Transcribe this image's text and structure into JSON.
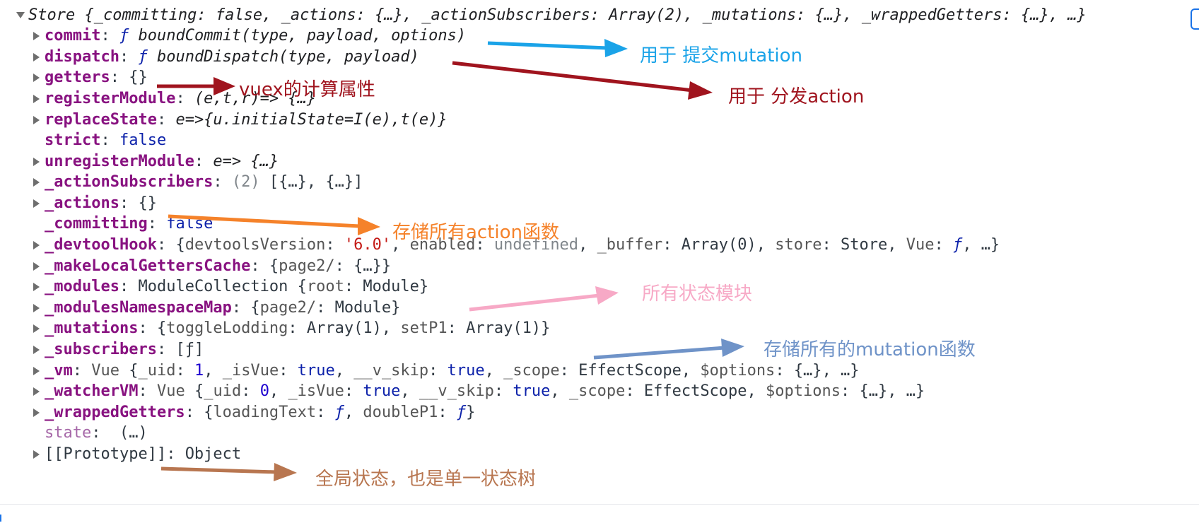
{
  "console": {
    "header": {
      "text": "Store {_committing: false, _actions: {…}, _actionSubscribers: Array(2), _mutations: {…}, _wrappedGetters: {…}, …}"
    },
    "rows": {
      "commit": {
        "key": "commit",
        "value": "boundCommit(type, payload, options)"
      },
      "dispatch": {
        "key": "dispatch",
        "value": "boundDispatch(type, payload)"
      },
      "getters": {
        "key": "getters",
        "value": "{}"
      },
      "registerModule": {
        "key": "registerModule",
        "value": "(e,t,r)=> {…}"
      },
      "replaceState": {
        "key": "replaceState",
        "value": "e=>{u.initialState=I(e),t(e)}"
      },
      "strict": {
        "key": "strict",
        "value": "false"
      },
      "unregisterModule": {
        "key": "unregisterModule",
        "value": "e=> {…}"
      },
      "actionSubscribers": {
        "key": "_actionSubscribers",
        "count": "(2)",
        "value": "[{…}, {…}]"
      },
      "actions": {
        "key": "_actions",
        "value": "{}"
      },
      "committing": {
        "key": "_committing",
        "value": "false"
      },
      "devtoolHook": {
        "key": "_devtoolHook",
        "open": "{",
        "k1": "devtoolsVersion",
        "v1": "'6.0'",
        "k2": "enabled",
        "v2": "undefined",
        "k3": "_buffer",
        "v3": "Array(0)",
        "k4": "store",
        "v4": "Store",
        "k5": "Vue",
        "v5": "ƒ",
        "tail": ", …}"
      },
      "makeLocalGettersCache": {
        "key": "_makeLocalGettersCache",
        "open": "{",
        "k1": "page2/",
        "v1": "{…}",
        "tail": "}"
      },
      "modules": {
        "key": "_modules",
        "type": "ModuleCollection",
        "open": "{",
        "k1": "root",
        "v1": "Module",
        "tail": "}"
      },
      "modulesNamespaceMap": {
        "key": "_modulesNamespaceMap",
        "open": "{",
        "k1": "page2/",
        "v1": "Module",
        "tail": "}"
      },
      "mutations": {
        "key": "_mutations",
        "open": "{",
        "k1": "toggleLodding",
        "v1": "Array(1)",
        "k2": "setP1",
        "v2": "Array(1)",
        "tail": "}"
      },
      "subscribers": {
        "key": "_subscribers",
        "value": "[ƒ]"
      },
      "vm": {
        "key": "_vm",
        "type": "Vue",
        "open": "{",
        "k1": "_uid",
        "v1": "1",
        "k2": "_isVue",
        "v2": "true",
        "k3": "__v_skip",
        "v3": "true",
        "k4": "_scope",
        "v4": "EffectScope",
        "k5": "$options",
        "v5": "{…}",
        "tail": ", …}"
      },
      "watcherVM": {
        "key": "_watcherVM",
        "type": "Vue",
        "open": "{",
        "k1": "_uid",
        "v1": "0",
        "k2": "_isVue",
        "v2": "true",
        "k3": "__v_skip",
        "v3": "true",
        "k4": "_scope",
        "v4": "EffectScope",
        "k5": "$options",
        "v5": "{…}",
        "tail": ", …}"
      },
      "wrappedGetters": {
        "key": "_wrappedGetters",
        "open": "{",
        "k1": "loadingText",
        "v1": "ƒ",
        "k2": "doubleP1",
        "v2": "ƒ",
        "tail": "}"
      },
      "state": {
        "key": "state",
        "value": "(…)"
      },
      "prototype": {
        "key": "[[Prototype]]",
        "value": "Object"
      }
    },
    "fn_symbol": "ƒ"
  },
  "annotations": {
    "commit": {
      "text": "用于 提交mutation",
      "color": "#1aa3e8"
    },
    "dispatch": {
      "text": "用于 分发action",
      "color": "#a0141e"
    },
    "getters": {
      "text": "vuex的计算属性",
      "color": "#a0141e"
    },
    "actions": {
      "text": "存储所有action函数",
      "color": "#f5822a"
    },
    "modules": {
      "text": "所有状态模块",
      "color": "#f7a9c6"
    },
    "mutations": {
      "text": "存储所有的mutation函数",
      "color": "#6f93c8"
    },
    "state": {
      "text": "全局状态，也是单一状态树",
      "color": "#b87650"
    }
  }
}
